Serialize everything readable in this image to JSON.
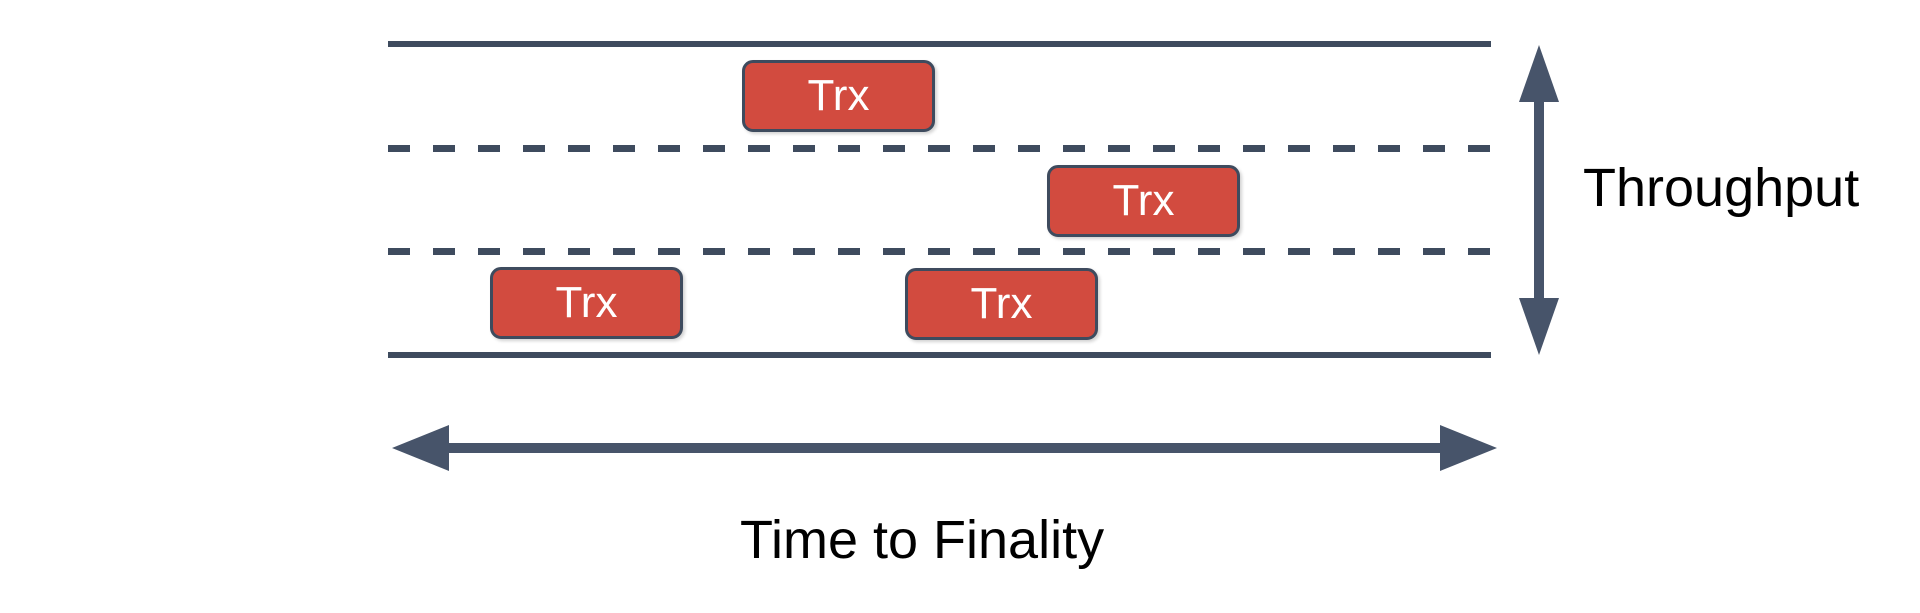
{
  "diagram": {
    "title_semantics": "Blockchain throughput vs time-to-finality lane diagram",
    "colors": {
      "background": "#ffffff",
      "lane_stroke": "#3e4b5e",
      "arrow": "#47546a",
      "trx_fill": "#d24b3f",
      "trx_border": "#3e4b5e",
      "trx_text": "#ffffff",
      "label_text": "#000000"
    },
    "lanes": {
      "count": 3,
      "boundaries": [
        "solid",
        "dashed",
        "dashed",
        "solid"
      ]
    },
    "transactions": [
      {
        "label": "Trx",
        "lane": 1
      },
      {
        "label": "Trx",
        "lane": 2
      },
      {
        "label": "Trx",
        "lane": 3
      },
      {
        "label": "Trx",
        "lane": 3
      }
    ],
    "axis_labels": {
      "vertical": "Throughput",
      "horizontal": "Time to Finality"
    }
  }
}
